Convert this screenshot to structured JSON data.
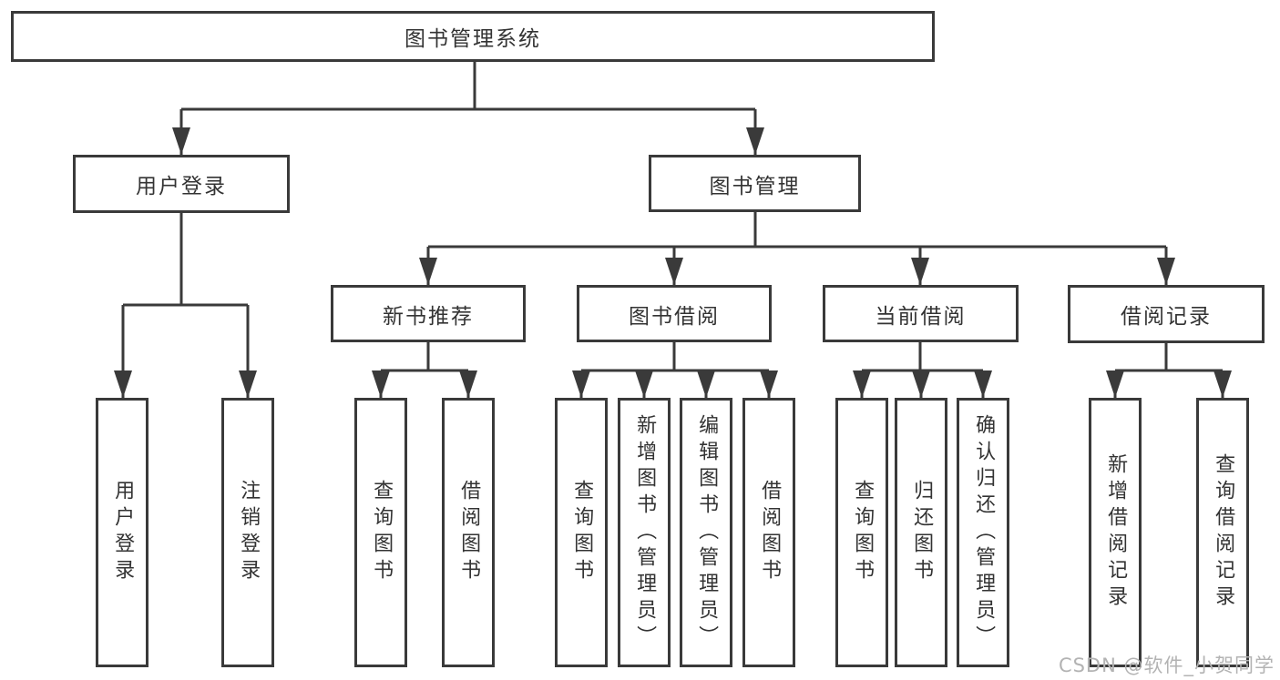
{
  "colors": {
    "line_color": "#3a3a3a",
    "text_color": "#333333",
    "watermark_color": "#b3b3b3",
    "background": "#ffffff"
  },
  "nodes": {
    "root": {
      "label": "图书管理系统"
    },
    "level2": {
      "user_login": {
        "label": "用户登录"
      },
      "book_management": {
        "label": "图书管理"
      }
    },
    "level3": {
      "new_book_recommendation": {
        "label": "新书推荐"
      },
      "book_borrowing": {
        "label": "图书借阅"
      },
      "current_borrowing": {
        "label": "当前借阅"
      },
      "borrowing_records": {
        "label": "借阅记录"
      }
    },
    "leaves": {
      "user_login_leaf": {
        "label": "用户登录"
      },
      "logout": {
        "label": "注销登录"
      },
      "recommend_query_book": {
        "label": "查询图书"
      },
      "recommend_borrow_book": {
        "label": "借阅图书"
      },
      "borrowing_query_book": {
        "label": "查询图书"
      },
      "borrowing_add_book": {
        "label": "新增图书（管理员）"
      },
      "borrowing_edit_book": {
        "label": "编辑图书（管理员）"
      },
      "borrowing_borrow_book": {
        "label": "借阅图书"
      },
      "current_query_book": {
        "label": "查询图书"
      },
      "current_return_book": {
        "label": "归还图书"
      },
      "current_confirm_return": {
        "label": "确认归还（管理员）"
      },
      "records_add_record": {
        "label": "新增借阅记录"
      },
      "records_query_record": {
        "label": "查询借阅记录"
      }
    }
  },
  "watermark": {
    "text": "CSDN @软件_小贺同学"
  }
}
